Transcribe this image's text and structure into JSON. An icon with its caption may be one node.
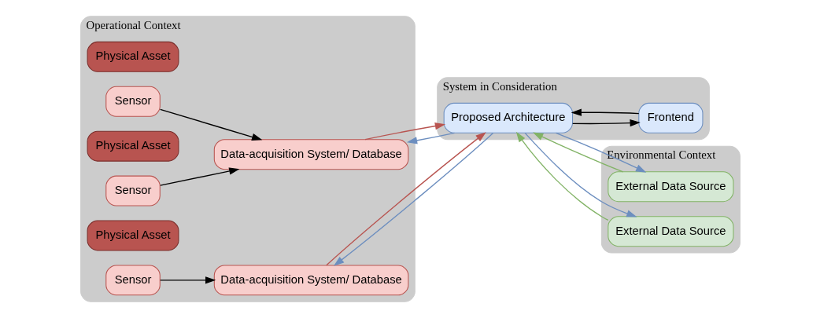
{
  "diagram": {
    "nodes": [
      {
        "text": [
          "Operational Context"
        ]
      },
      {
        "text": [
          "Physical Asset"
        ],
        "in": 0
      },
      {
        "text": [
          "Sensor"
        ],
        "in": 0
      },
      {
        "text": [
          "Physical Asset"
        ],
        "in": 0
      },
      {
        "text": [
          "Sensor"
        ],
        "in": 0
      },
      {
        "text": [
          "Data-acquisition System/ Database"
        ],
        "in": 0
      },
      {
        "text": [
          "Physical Asset"
        ],
        "in": 0
      },
      {
        "text": [
          "Sensor"
        ],
        "in": 0
      },
      {
        "text": [
          "Data-acquisition System/ Database"
        ],
        "in": 0
      },
      {
        "text": [
          "System in Consideration"
        ]
      },
      {
        "text": [
          "Proposed Architecture"
        ],
        "in": 9
      },
      {
        "text": [
          "Frontend"
        ],
        "in": 9
      },
      {
        "text": [
          "Environmental Context"
        ]
      },
      {
        "text": [
          "External Data Source"
        ],
        "in": 12
      },
      {
        "text": [
          "External Data Source"
        ],
        "in": 12
      }
    ],
    "edges": [
      {
        "from": 2,
        "to": 5,
        "arrow": "to"
      },
      {
        "from": 4,
        "to": 5,
        "arrow": "to"
      },
      {
        "from": 7,
        "to": 8,
        "arrow": "to"
      },
      {
        "from": 5,
        "to": 10,
        "arrow": "to",
        "color": "#b85450"
      },
      {
        "from": 8,
        "to": 10,
        "arrow": "to",
        "color": "#b85450"
      },
      {
        "from": 10,
        "to": 5,
        "arrow": "to",
        "color": "#6c8ebf"
      },
      {
        "from": 10,
        "to": 8,
        "arrow": "to",
        "color": "#6c8ebf"
      },
      {
        "from": 11,
        "to": 10,
        "arrow": "to"
      },
      {
        "from": 10,
        "to": 11,
        "arrow": "to"
      },
      {
        "from": 10,
        "to": 13,
        "arrow": "to",
        "color": "#6c8ebf"
      },
      {
        "from": 10,
        "to": 14,
        "arrow": "to",
        "color": "#6c8ebf"
      },
      {
        "from": 13,
        "to": 10,
        "arrow": "to",
        "color": "#82b366"
      },
      {
        "from": 14,
        "to": 10,
        "arrow": "to",
        "color": "#82b366"
      }
    ]
  }
}
